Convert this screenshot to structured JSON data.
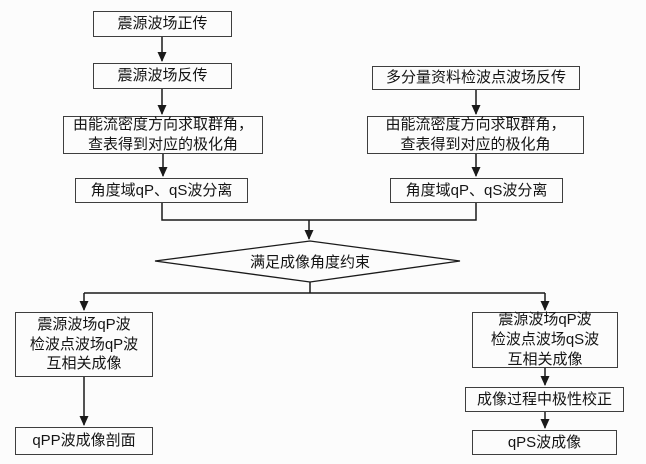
{
  "nodes": {
    "src_forward": {
      "label": "震源波场正传"
    },
    "src_backward": {
      "label": "震源波场反传"
    },
    "recv_backward": {
      "label": "多分量资料检波点波场反传"
    },
    "left_angle": {
      "label": "由能流密度方向求取群角，\n查表得到对应的极化角"
    },
    "right_angle": {
      "label": "由能流密度方向求取群角，\n查表得到对应的极化角"
    },
    "left_sep": {
      "label": "角度域qP、qS波分离"
    },
    "right_sep": {
      "label": "角度域qP、qS波分离"
    },
    "decision": {
      "label": "满足成像角度约束"
    },
    "pp_image": {
      "label": "震源波场qP波\n检波点波场qP波\n互相关成像"
    },
    "ps_image": {
      "label": "震源波场qP波\n检波点波场qS波\n互相关成像"
    },
    "polarity": {
      "label": "成像过程中极性校正"
    },
    "pp_profile": {
      "label": "qPP波成像剖面"
    },
    "ps_profile": {
      "label": "qPS波成像"
    }
  },
  "edges": [
    [
      "src_forward",
      "src_backward"
    ],
    [
      "src_backward",
      "left_angle"
    ],
    [
      "left_angle",
      "left_sep"
    ],
    [
      "recv_backward",
      "right_angle"
    ],
    [
      "right_angle",
      "right_sep"
    ],
    [
      "left_sep",
      "decision"
    ],
    [
      "right_sep",
      "decision"
    ],
    [
      "decision",
      "pp_image"
    ],
    [
      "decision",
      "ps_image"
    ],
    [
      "pp_image",
      "pp_profile"
    ],
    [
      "ps_image",
      "polarity"
    ],
    [
      "polarity",
      "ps_profile"
    ]
  ],
  "colors": {
    "line": "#1a1a1a",
    "border": "#3e3e3e",
    "background": "#fcfcfc",
    "text": "#141414"
  }
}
